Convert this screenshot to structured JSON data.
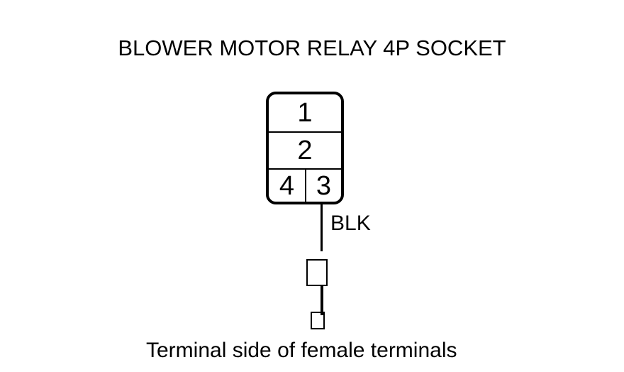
{
  "title": "BLOWER MOTOR RELAY 4P SOCKET",
  "connector": {
    "pins": [
      {
        "pin": "1"
      },
      {
        "pin": "2"
      },
      {
        "pin": "4"
      },
      {
        "pin": "3"
      }
    ]
  },
  "wire": {
    "color_label": "BLK",
    "color_hex": "#000000",
    "from_pin": "3"
  },
  "caption": "Terminal side of female terminals",
  "colors": {
    "line": "#000000",
    "background": "#ffffff"
  }
}
